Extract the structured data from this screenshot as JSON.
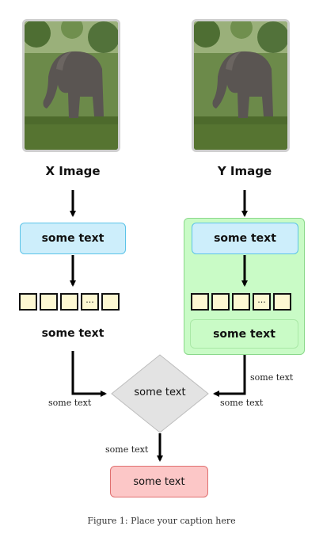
{
  "x_branch": {
    "image_label": "X Image",
    "box1": "some text",
    "strip_cells": [
      "",
      "",
      "",
      "···",
      ""
    ],
    "box2": "some text"
  },
  "y_branch": {
    "image_label": "Y Image",
    "box1": "some text",
    "strip_cells": [
      "",
      "",
      "",
      "···",
      ""
    ],
    "box2": "some text"
  },
  "edge_labels": {
    "left_into_diamond": "some text",
    "right_side": "some text",
    "right_into_diamond": "some text",
    "diamond_to_output": "some text"
  },
  "decision": "some text",
  "output": "some text",
  "caption": "Figure 1: Place your caption here",
  "colors": {
    "blue_fill": "#cdeefb",
    "green_fill": "#c9fbc6",
    "diamond_fill": "#e3e3e3",
    "red_fill": "#fcc7c7",
    "cell_fill": "#fdf8d2"
  }
}
